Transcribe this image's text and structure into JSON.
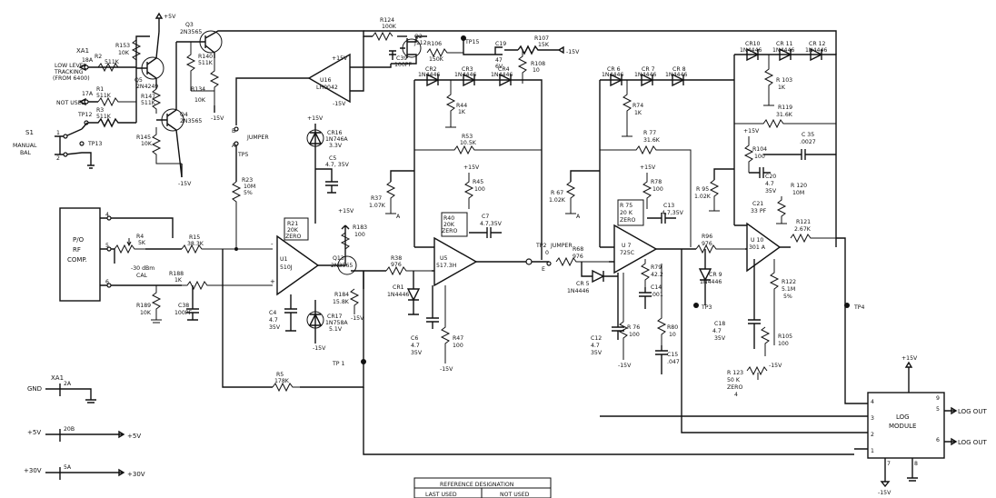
{
  "inputs": {
    "xa1": "XA1",
    "low_level_1": "LOW LEVEL",
    "low_level_2": "TRACKING",
    "low_level_3": "(FROM 6400)",
    "not_used": "NOT USED",
    "pin_18a": "18A",
    "pin_17a": "17A",
    "s1": "S1",
    "manual": "MANUAL",
    "bal": "BAL",
    "tp12": "TP12",
    "tp13": "TP13"
  },
  "rf_block": {
    "l1": "P/O",
    "l2": "RF",
    "l3": "COMP.",
    "p4": "4",
    "p5": "5",
    "p6": "6",
    "cal1": "-30 dBm",
    "cal2": "CAL"
  },
  "supplies": {
    "p15": "+15V",
    "m15": "-15V",
    "p5": "+5V",
    "gnd": "GND",
    "p30": "+30V",
    "pin_2a": "2A",
    "pin_20b": "20B",
    "pin_5a": "5A",
    "out_5v": "+5V",
    "out_30v": "+30V"
  },
  "components": {
    "r2": "R2",
    "r2v": "511K",
    "r1": "R1",
    "r1v": "511K",
    "r3": "R3",
    "r3v": "511K",
    "r153": "R153",
    "r153v": "10K",
    "q5": "Q5",
    "q5v": "2N4249",
    "r147": "R147",
    "r147v": "511K",
    "q4": "Q4",
    "q4v": "2N3565",
    "r145": "R145",
    "r145v": "10K",
    "q3": "Q3",
    "q3v": "2N3565",
    "r140": "R140",
    "r140v": "511K",
    "r134": "R134",
    "r134v": "10K",
    "r124": "R124",
    "r124v": "100K",
    "q2": "Q2",
    "q2v": "J112",
    "r106": "R106",
    "r106v": "150K",
    "c39": "C39",
    "c39v": "100PF",
    "tp15": "TP15",
    "c19": "C19",
    "c19v1": "47",
    "c19v2": "6V",
    "r107": "R107",
    "r107v": "15K",
    "r108": "R108",
    "r108v": "10",
    "u16": "U16",
    "u16v": "LH0042",
    "jumper": "JUMPER",
    "tp5": "TP5",
    "cr16": "CR16",
    "cr16v1": "1N746A",
    "cr16v2": "3.3V",
    "c5": "C5",
    "c5v": "4.7, 35V",
    "r23": "R23",
    "r23v1": "10M",
    "r23v2": "5%",
    "r4": "R4",
    "r4v": "5K",
    "r15": "R15",
    "r15v": "38.3K",
    "r21": "R21",
    "r21v1": "20K",
    "r21v2": "ZERO",
    "u1": "U1",
    "u1v": "510J",
    "r183": "R183",
    "r183v": "100",
    "q13": "Q13",
    "q13v": "2N3565",
    "r188": "R188",
    "r188v": "1K",
    "r189": "R189",
    "r189v": "10K",
    "c38": "C38",
    "c38v": "100PF",
    "c4": "C4",
    "c4v1": "4.7",
    "c4v2": "35V",
    "cr17": "CR17",
    "cr17v1": "1N758A",
    "cr17v2": "5.1V",
    "r184": "R184",
    "r184v": "15.8K",
    "r5": "R5",
    "r5v": "178K",
    "tp1": "TP 1",
    "cr2": "CR2",
    "cr3": "CR3",
    "cr4": "CR4",
    "crv": "1N4446",
    "r44": "R44",
    "r44v": "1K",
    "r53": "R53",
    "r53v": "10.5K",
    "r45": "R45",
    "r45v": "100",
    "r37": "R37",
    "r37v": "1.07K",
    "r40": "R40",
    "r40v1": "20K",
    "r40v2": "ZERO",
    "c7": "C7",
    "c7v": "4.7,35V",
    "r38": "R38",
    "r38v": "976",
    "u5": "U5",
    "u5v": "517.3H",
    "cr1": "CR1",
    "c6": "C6",
    "c6v1": "4.7",
    "c6v2": "35V",
    "r47": "R47",
    "r47v": "100",
    "tp2": "TP2",
    "jumper2": "JUMPER",
    "r68": "R68",
    "r68v": "976",
    "cr5": "CR 5",
    "cr6": "CR 6",
    "cr7": "CR 7",
    "cr8": "CR 8",
    "r74": "R74",
    "r74v": "1K",
    "r77": "R 77",
    "r77v": "31.6K",
    "r67": "R 67",
    "r67v": "1.02K",
    "r78": "R78",
    "r78v": "100",
    "r75": "R 75",
    "r75v1": "20 K",
    "r75v2": "ZERO",
    "c13": "C13",
    "c13v": "4.7,35V",
    "u7": "U 7",
    "u7v": "725C",
    "r79": "R79",
    "r79v": "42.2",
    "c14": "C14",
    "c14v": ".001",
    "c12": "C12",
    "c12v1": "4.7",
    "c12v2": "35V",
    "r76": "R 76",
    "r76v": "100",
    "r80": "R80",
    "r80v": "10",
    "c15": "C15",
    "c15v": ".047",
    "tp3": "TP3",
    "cr10": "CR10",
    "cr11": "CR 11",
    "cr12": "CR 12",
    "r103": "R 103",
    "r103v": "1K",
    "r119": "R119",
    "r119v": "31.6K",
    "c35": "C 35",
    "c35v": ".0027",
    "r104": "R104",
    "r104v": "100",
    "c20": "C20",
    "c20v1": "4.7",
    "c20v2": "35V",
    "r120": "R 120",
    "r120v": "10M",
    "r95": "R 95",
    "r95v": "1.02K",
    "c21": "C21",
    "c21v": "33 PF",
    "r121": "R121",
    "r121v": "2.67K",
    "r96": "R96",
    "r96v": "976",
    "u10": "U 10",
    "u10v": "301 A",
    "cr9": "CR 9",
    "r122": "R122",
    "r122v1": "5.1M",
    "r122v2": "5%",
    "tp4": "TP4",
    "c18": "C18",
    "c18v1": "4.7",
    "c18v2": "35V",
    "r105": "R105",
    "r105v": "100",
    "r123": "R 123",
    "r123v1": "50 K",
    "r123v2": "ZERO",
    "r123v3": "4"
  },
  "log_module": {
    "l1": "LOG",
    "l2": "MODULE",
    "out1": "LOG OUT",
    "out2": "LOG OUT",
    "p1": "1",
    "p2": "2",
    "p3": "3",
    "p4": "4",
    "p5": "5",
    "p6": "6",
    "p7": "7",
    "p8": "8",
    "p9": "9"
  },
  "reference_table": {
    "title": "REFERENCE  DESIGNATION",
    "col1": "LAST USED",
    "col2": "NOT USED"
  }
}
